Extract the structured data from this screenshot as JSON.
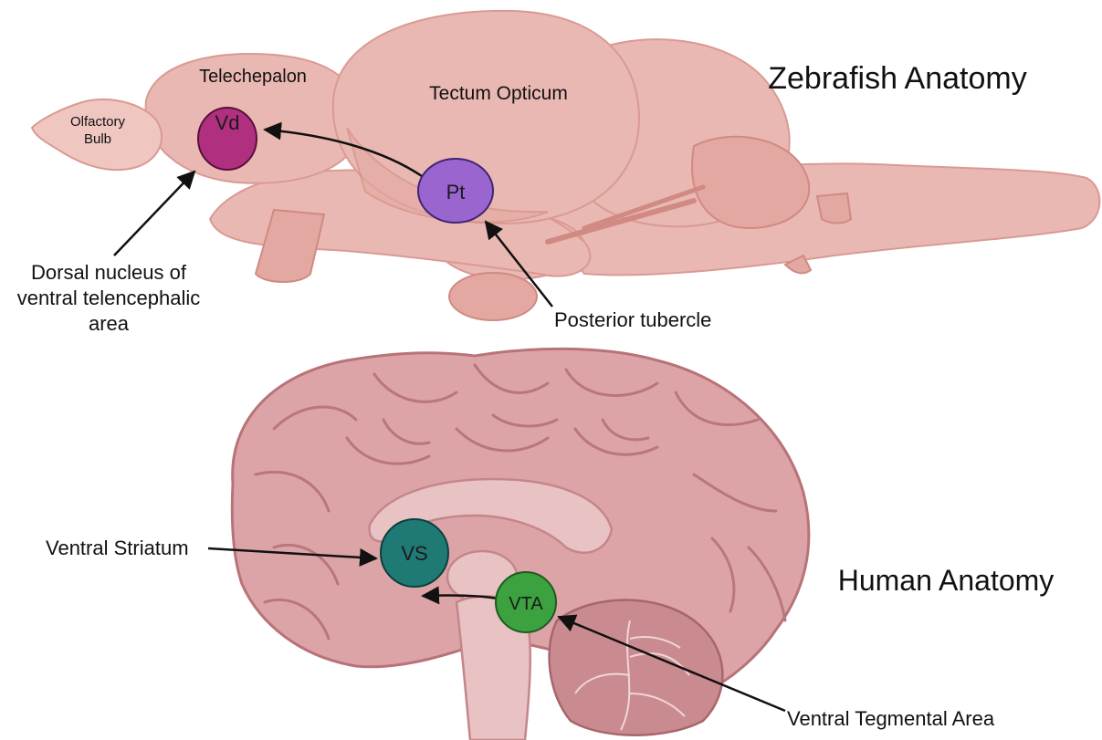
{
  "zebrafish": {
    "title": "Zebrafish Anatomy",
    "regions": {
      "olfactory_line1": "Olfactory",
      "olfactory_line2": "Bulb",
      "telencephalon": "Telechepalon",
      "tectum": "Tectum Opticum"
    },
    "nodes": {
      "vd": {
        "abbr": "Vd",
        "color": "#b0307f"
      },
      "pt": {
        "abbr": "Pt",
        "color": "#9a65cf"
      }
    },
    "callouts": {
      "vd_line1": "Dorsal nucleus of",
      "vd_line2": "ventral telencephalic",
      "vd_line3": "area",
      "pt": "Posterior tubercle"
    }
  },
  "human": {
    "title": "Human Anatomy",
    "nodes": {
      "vs": {
        "abbr": "VS",
        "color": "#1f7a75"
      },
      "vta": {
        "abbr": "VTA",
        "color": "#3ba23f"
      }
    },
    "callouts": {
      "vs": "Ventral Striatum",
      "vta": "Ventral Tegmental Area"
    }
  }
}
